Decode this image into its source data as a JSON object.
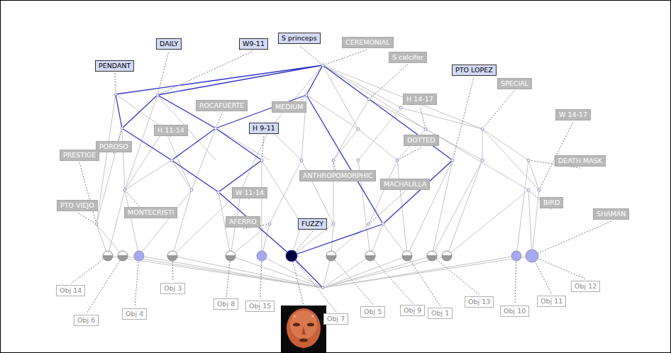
{
  "diagram": {
    "nodes": [
      {
        "text": [
          "S princeps"
        ]
      },
      {
        "text": [
          "CEREMONIAL"
        ]
      },
      {
        "text": [
          "DAILY"
        ]
      },
      {
        "text": [
          "W9-11"
        ]
      },
      {
        "text": [
          "S calcifer"
        ]
      },
      {
        "text": [
          "PENDANT"
        ]
      },
      {
        "text": [
          "PTO LOPEZ"
        ]
      },
      {
        "text": [
          "SPECIAL"
        ]
      },
      {
        "text": [
          "ROCAFUERTE"
        ]
      },
      {
        "text": [
          "MEDIUM"
        ]
      },
      {
        "text": [
          "H 14-17"
        ]
      },
      {
        "text": [
          "W 14-17"
        ]
      },
      {
        "text": [
          "H 9-11"
        ]
      },
      {
        "text": [
          "H 11-14"
        ]
      },
      {
        "text": [
          "DOTTED"
        ]
      },
      {
        "text": [
          "POROSO"
        ]
      },
      {
        "text": [
          "PRESTIGE"
        ]
      },
      {
        "text": [
          "DEATH MASK"
        ]
      },
      {
        "text": [
          "ANTHROPOMORPHIC"
        ]
      },
      {
        "text": [
          "MACHALILLA"
        ]
      },
      {
        "text": [
          "W 11-14"
        ]
      },
      {
        "text": [
          "BIRD"
        ]
      },
      {
        "text": [
          "PTO VIEJO"
        ]
      },
      {
        "text": [
          "MONTECRISTI"
        ]
      },
      {
        "text": [
          "SHAMAN"
        ]
      },
      {
        "text": [
          "AFERRO"
        ]
      },
      {
        "text": [
          "FUZZY"
        ]
      },
      {
        "text": [
          "Obj 14"
        ]
      },
      {
        "text": [
          "Obj 6"
        ]
      },
      {
        "text": [
          "Obj 4"
        ]
      },
      {
        "text": [
          "Obj 3"
        ]
      },
      {
        "text": [
          "Obj 8"
        ]
      },
      {
        "text": [
          "Obj 15"
        ]
      },
      {
        "text": [
          "Obj 7"
        ]
      },
      {
        "text": [
          "Obj 5"
        ]
      },
      {
        "text": [
          "Obj 9"
        ]
      },
      {
        "text": [
          "Obj 1"
        ]
      },
      {
        "text": [
          "Obj 13"
        ]
      },
      {
        "text": [
          "Obj 10"
        ]
      },
      {
        "text": [
          "Obj 11"
        ]
      },
      {
        "text": [
          "Obj 12"
        ]
      }
    ]
  }
}
